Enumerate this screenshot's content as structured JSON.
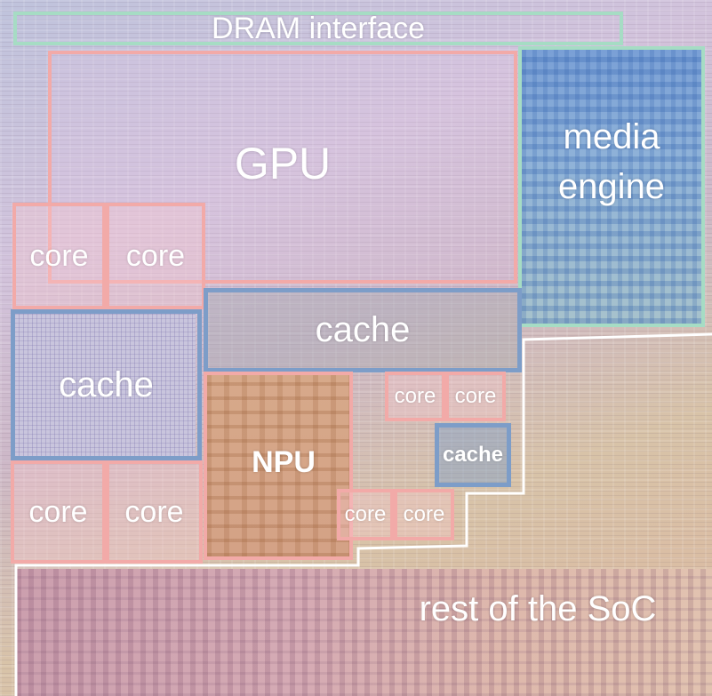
{
  "labels": {
    "dram": "DRAM interface",
    "gpu": "GPU",
    "media": "media engine",
    "cache_top": "cache",
    "cache_left": "cache",
    "cache_small": "cache",
    "npu": "NPU",
    "core": "core",
    "rest": "rest of the SoC"
  },
  "colors": {
    "cpu_outline": "#f2aaa8",
    "cache_outline": "#7d9dc8",
    "dram_media_outline": "#a6dcc4",
    "soc_outline": "#ffffff"
  }
}
